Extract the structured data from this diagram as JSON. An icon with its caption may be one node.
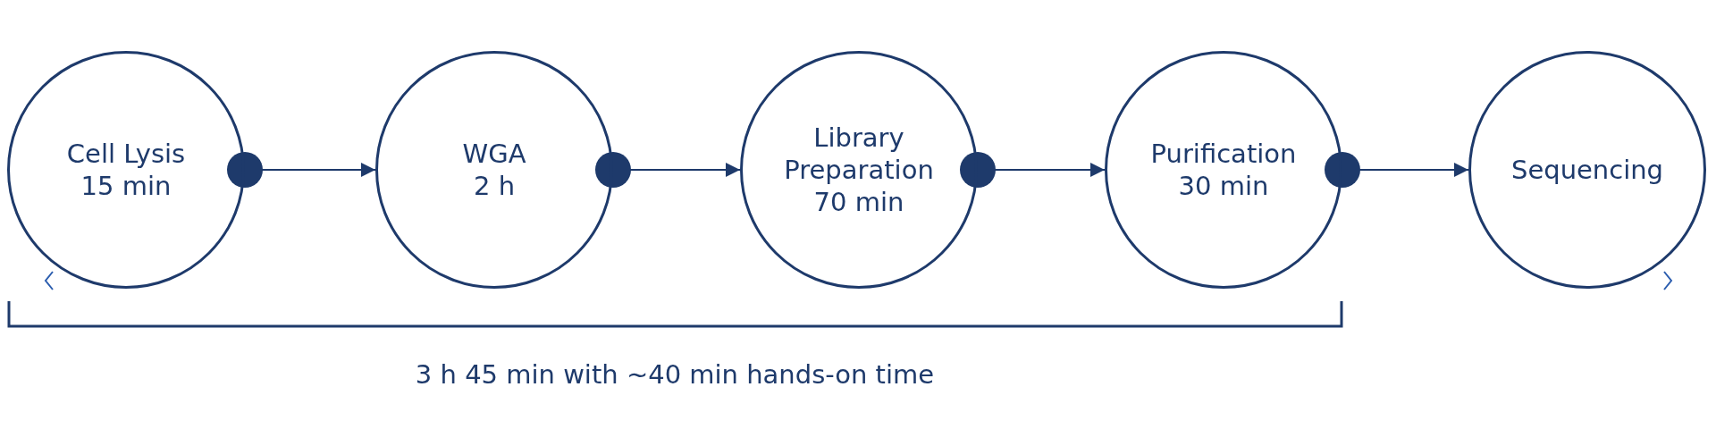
{
  "diagram": {
    "nodes": [
      {
        "text": [
          "Cell Lysis",
          "15 min"
        ]
      },
      {
        "text": [
          "WGA",
          "2 h"
        ]
      },
      {
        "text": [
          "Library Preparation",
          "70 min"
        ]
      },
      {
        "text": [
          "Purification",
          "30 min"
        ]
      },
      {
        "text": [
          "Sequencing"
        ]
      }
    ],
    "edges": [
      {
        "from": 0,
        "to": 1,
        "arrow": "to"
      },
      {
        "from": 1,
        "to": 2,
        "arrow": "to"
      },
      {
        "from": 2,
        "to": 3,
        "arrow": "to"
      },
      {
        "from": 3,
        "to": 4,
        "arrow": "to"
      }
    ],
    "labels": [
      "3 h 45 min with ~40 min hands-on time"
    ]
  }
}
